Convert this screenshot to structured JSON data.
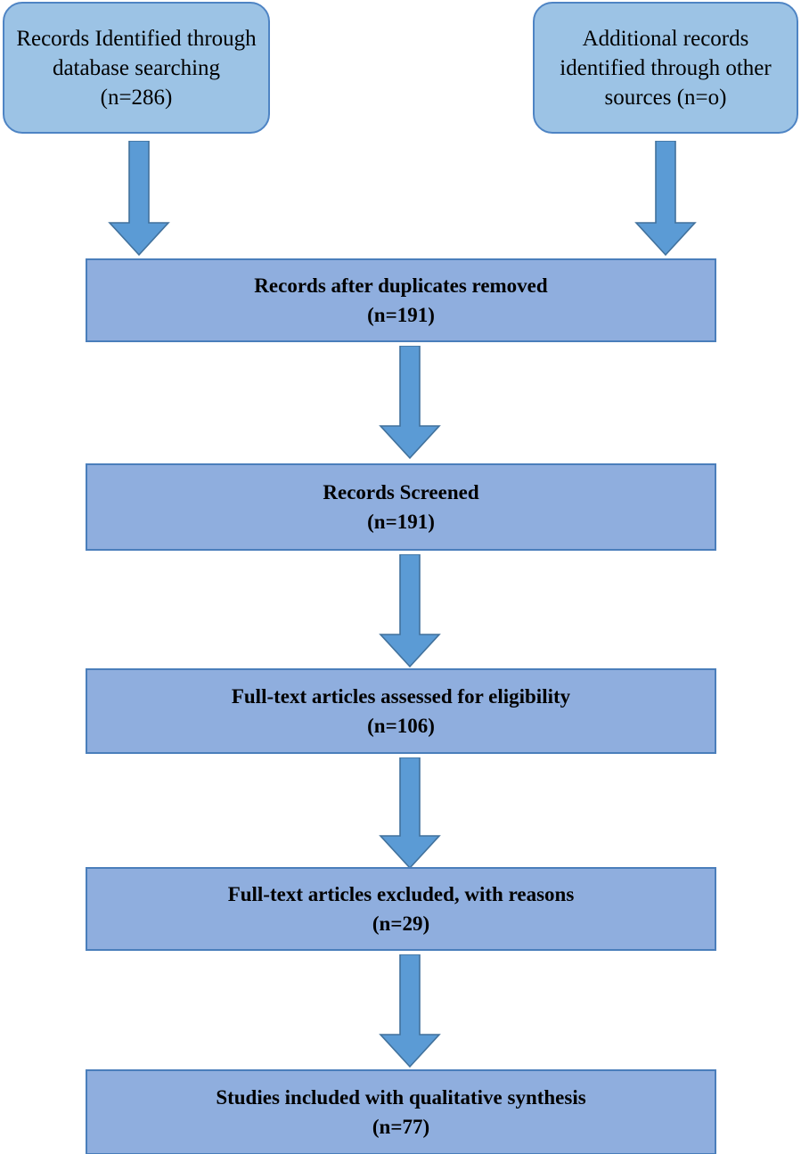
{
  "diagram": {
    "title": "PRISMA flow diagram",
    "colors": {
      "rounded_box_fill": "#9CC3E5",
      "rounded_box_border": "#4E84C4",
      "rect_box_fill": "#8FAEDE",
      "rect_box_border": "#4A7EBB",
      "arrow_fill": "#5B9BD5",
      "arrow_border": "#41719C",
      "text": "#000000",
      "background": "#FFFFFF"
    },
    "nodes": [
      {
        "id": "records-identified-database",
        "shape": "rounded-rect",
        "lines": [
          "Records Identified",
          "through database",
          "searching (n=286)"
        ],
        "text": "Records Identified through database searching (n=286)",
        "count_label": "(n=286)",
        "count": 286
      },
      {
        "id": "additional-records-other-sources",
        "shape": "rounded-rect",
        "lines": [
          "Additional records",
          "identified through",
          "other sources (n=o)"
        ],
        "text": "Additional records identified through other sources (n=o)",
        "count_label": "(n=o)",
        "count": 0
      },
      {
        "id": "records-after-duplicates-removed",
        "shape": "rect",
        "line1": "Records after duplicates removed",
        "line2": "(n=191)",
        "count": 191
      },
      {
        "id": "records-screened",
        "shape": "rect",
        "line1": "Records Screened",
        "line2": "(n=191)",
        "count": 191
      },
      {
        "id": "fulltext-assessed-eligibility",
        "shape": "rect",
        "line1": "Full-text articles assessed for eligibility",
        "line2": "(n=106)",
        "count": 106
      },
      {
        "id": "fulltext-excluded-with-reasons",
        "shape": "rect",
        "line1": "Full-text articles excluded, with reasons",
        "line2": "(n=29)",
        "count": 29
      },
      {
        "id": "studies-included-qualitative-synthesis",
        "shape": "rect",
        "line1": "Studies included with qualitative synthesis",
        "line2": "(n=77)",
        "count": 77
      }
    ],
    "arrows": [
      {
        "id": "arrow-left-source-to-dedup",
        "from": "records-identified-database",
        "to": "records-after-duplicates-removed"
      },
      {
        "id": "arrow-right-source-to-dedup",
        "from": "additional-records-other-sources",
        "to": "records-after-duplicates-removed"
      },
      {
        "id": "arrow-dedup-to-screened",
        "from": "records-after-duplicates-removed",
        "to": "records-screened"
      },
      {
        "id": "arrow-screened-to-eligibility",
        "from": "records-screened",
        "to": "fulltext-assessed-eligibility"
      },
      {
        "id": "arrow-eligibility-to-excluded",
        "from": "fulltext-assessed-eligibility",
        "to": "fulltext-excluded-with-reasons"
      },
      {
        "id": "arrow-excluded-to-included",
        "from": "fulltext-excluded-with-reasons",
        "to": "studies-included-qualitative-synthesis"
      }
    ]
  }
}
